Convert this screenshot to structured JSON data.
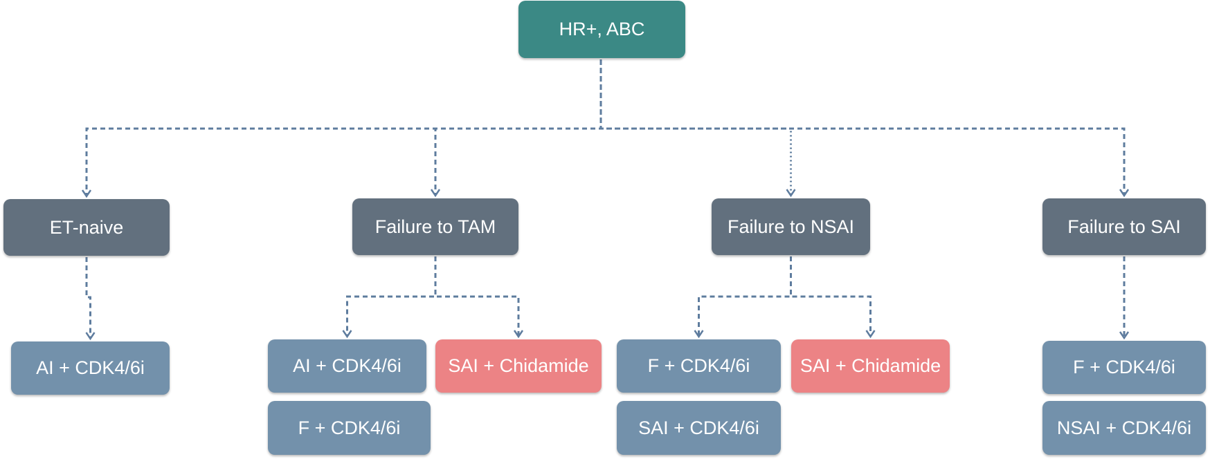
{
  "colors": {
    "root": "#3b8985",
    "category": "#62707e",
    "therapy": "#7391ab",
    "highlight": "#ec8385",
    "connector": "#5e7c9e"
  },
  "root": {
    "label": "HR+, ABC"
  },
  "categories": [
    {
      "label": "ET-naive",
      "therapies": [
        {
          "label": "AI + CDK4/6i",
          "style": "therapy"
        }
      ]
    },
    {
      "label": "Failure to TAM",
      "therapies": [
        {
          "label": "AI + CDK4/6i",
          "style": "therapy"
        },
        {
          "label": "SAI + Chidamide",
          "style": "highlight"
        },
        {
          "label": "F + CDK4/6i",
          "style": "therapy"
        }
      ]
    },
    {
      "label": "Failure to NSAI",
      "therapies": [
        {
          "label": "F + CDK4/6i",
          "style": "therapy"
        },
        {
          "label": "SAI + Chidamide",
          "style": "highlight"
        },
        {
          "label": "SAI + CDK4/6i",
          "style": "therapy"
        }
      ]
    },
    {
      "label": "Failure to SAI",
      "therapies": [
        {
          "label": "F + CDK4/6i",
          "style": "therapy"
        },
        {
          "label": "NSAI + CDK4/6i",
          "style": "therapy"
        }
      ]
    }
  ],
  "connectors": [
    {
      "from": "root",
      "to": "category-0",
      "line": "dashed"
    },
    {
      "from": "root",
      "to": "category-1",
      "line": "dashed"
    },
    {
      "from": "root",
      "to": "category-2",
      "line": "dotted"
    },
    {
      "from": "root",
      "to": "category-3",
      "line": "dashed"
    },
    {
      "from": "category-0",
      "to": "category-0-therapy-0",
      "line": "dashed"
    },
    {
      "from": "category-1",
      "to": "category-1-therapy-0",
      "line": "dashed"
    },
    {
      "from": "category-1",
      "to": "category-1-therapy-1",
      "line": "dashed"
    },
    {
      "from": "category-2",
      "to": "category-2-therapy-0",
      "line": "dashed"
    },
    {
      "from": "category-2",
      "to": "category-2-therapy-1",
      "line": "dashed"
    },
    {
      "from": "category-3",
      "to": "category-3-therapy-0",
      "line": "dashed"
    }
  ]
}
